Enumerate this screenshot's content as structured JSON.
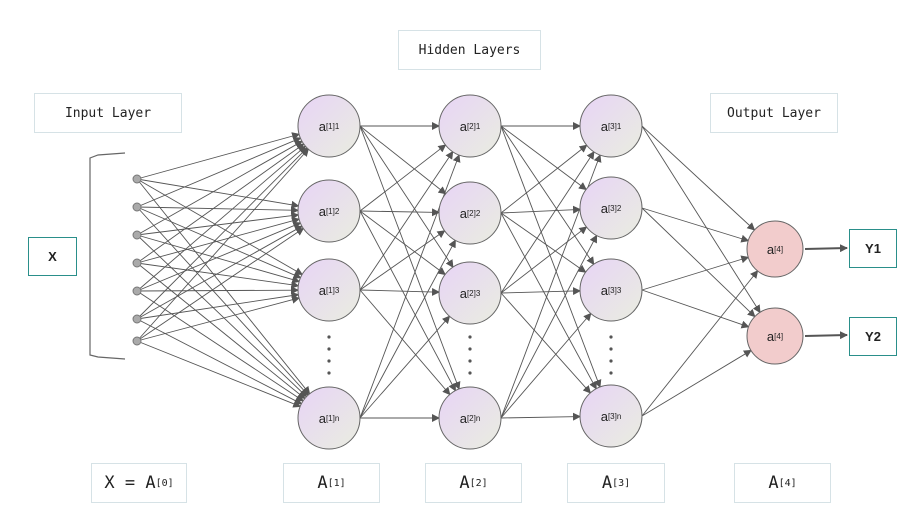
{
  "labels": {
    "hidden_layers": "Hidden Layers",
    "input_layer": "Input Layer",
    "output_layer": "Output Layer",
    "x_box": "X",
    "y1": "Y1",
    "y2": "Y2"
  },
  "bottom": [
    {
      "base": "X = A",
      "sup": "[0]"
    },
    {
      "base": "A",
      "sup": "[1]"
    },
    {
      "base": "A",
      "sup": "[2]"
    },
    {
      "base": "A",
      "sup": "[3]"
    },
    {
      "base": "A",
      "sup": "[4]"
    }
  ],
  "layers": [
    {
      "sup": "[1]",
      "subs": [
        "1",
        "2",
        "3",
        "n"
      ]
    },
    {
      "sup": "[2]",
      "subs": [
        "1",
        "2",
        "3",
        "n"
      ]
    },
    {
      "sup": "[3]",
      "subs": [
        "1",
        "2",
        "3",
        "n"
      ]
    }
  ],
  "output_nodes": [
    {
      "sup": "[4]"
    },
    {
      "sup": "[4]"
    }
  ],
  "input_count": 7,
  "colors": {
    "hidden_top": "#e8d4f4",
    "hidden_bottom": "#e9ece0",
    "output": "#f2cccc",
    "edge": "#555555",
    "accent": "#2a8f8a"
  }
}
